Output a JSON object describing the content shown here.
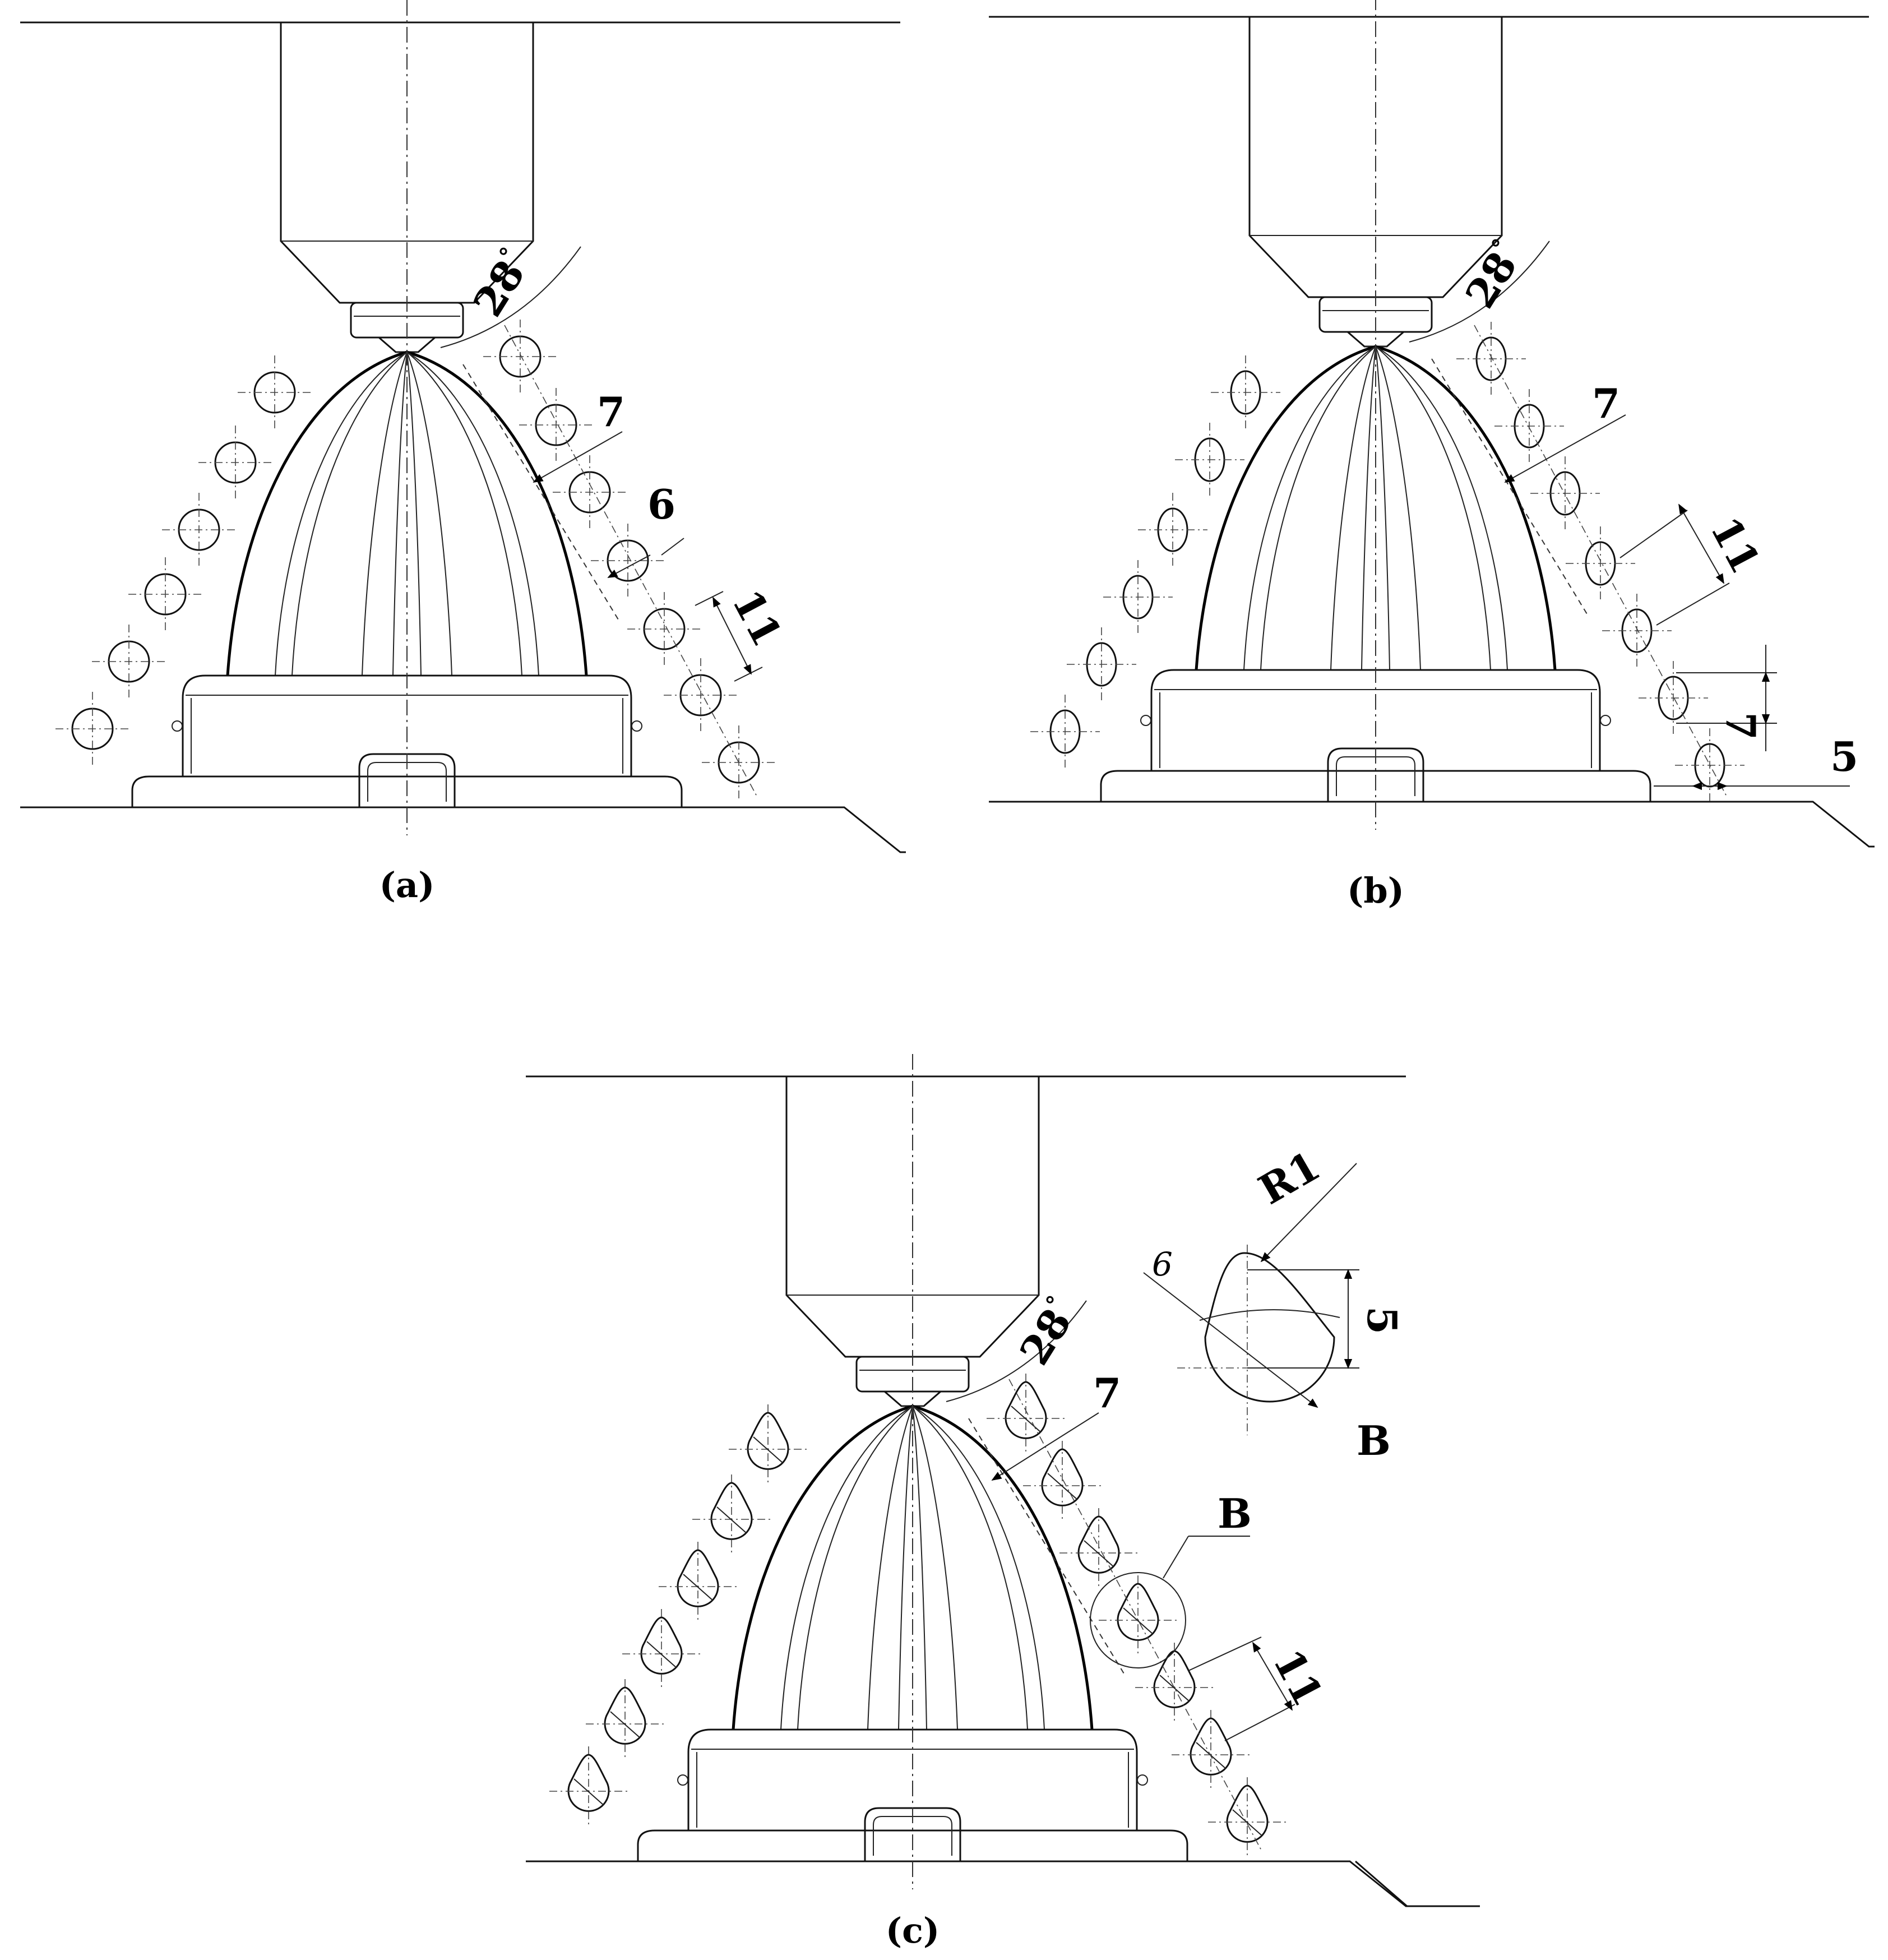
{
  "panel_a": {
    "caption": "(a)",
    "dims": {
      "angle": "28",
      "angle_unit": "°",
      "gap": "7",
      "diameter": "6",
      "spacing": "11"
    }
  },
  "panel_b": {
    "caption": "(b)",
    "dims": {
      "angle": "28",
      "angle_unit": "°",
      "gap": "7",
      "spacing": "11",
      "hole_height": "7",
      "bottom": "5"
    }
  },
  "panel_c": {
    "caption": "(c)",
    "dims": {
      "angle": "28",
      "angle_unit": "°",
      "gap": "7",
      "spacing": "11",
      "detail_ref": "B"
    },
    "detail": {
      "label": "B",
      "radius": "R1",
      "diameter": "6",
      "height": "5"
    }
  }
}
